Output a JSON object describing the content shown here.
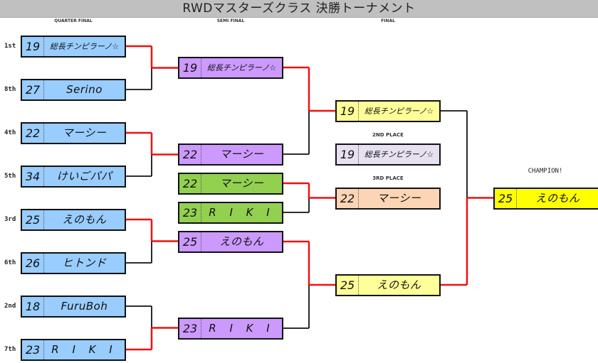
{
  "title": "RWDマスターズクラス 決勝トーナメント",
  "round_labels": {
    "quarter_final": "QUARTER FINAL",
    "semi_final": "SEMI FINAL",
    "final": "FINAL"
  },
  "quarter_final": [
    {
      "seed": "1st",
      "score": "19",
      "name": "総長チンピラーノ☆",
      "winner": true
    },
    {
      "seed": "8th",
      "score": "27",
      "name": "Serino",
      "winner": false
    },
    {
      "seed": "4th",
      "score": "22",
      "name": "マーシー",
      "winner": true
    },
    {
      "seed": "5th",
      "score": "34",
      "name": "けいごパパ",
      "winner": false
    },
    {
      "seed": "3rd",
      "score": "25",
      "name": "えのもん",
      "winner": true
    },
    {
      "seed": "6th",
      "score": "26",
      "name": "ヒトンド",
      "winner": false
    },
    {
      "seed": "2nd",
      "score": "18",
      "name": "FuruBoh",
      "winner": false
    },
    {
      "seed": "7th",
      "score": "23",
      "name": "R I K I",
      "winner": true
    }
  ],
  "semi_final": [
    {
      "score": "19",
      "name": "総長チンピラーノ☆",
      "winner": true
    },
    {
      "score": "22",
      "name": "マーシー",
      "winner": false
    },
    {
      "score": "25",
      "name": "えのもん",
      "winner": true
    },
    {
      "score": "23",
      "name": "R I K I",
      "winner": false
    }
  ],
  "third_place_match": [
    {
      "score": "22",
      "name": "マーシー",
      "winner": true
    },
    {
      "score": "23",
      "name": "R I K I",
      "winner": false
    }
  ],
  "final": [
    {
      "score": "19",
      "name": "総長チンピラーノ☆",
      "winner": false
    },
    {
      "score": "25",
      "name": "えのもん",
      "winner": true
    }
  ],
  "placings": {
    "second_label": "2ND PLACE",
    "second": {
      "score": "19",
      "name": "総長チンピラーノ☆"
    },
    "third_label": "3RD PLACE",
    "third": {
      "score": "22",
      "name": "マーシー"
    },
    "champion_label": "CHAMPION!",
    "champion": {
      "score": "25",
      "name": "えのもん"
    }
  },
  "colors": {
    "winner_line": "#ee1111",
    "loser_line": "#111111",
    "quarter_final_box": "#99ccff",
    "semi_final_box": "#cc99ff",
    "third_place_match_box": "#92d050",
    "final_box": "#ffff99",
    "second_place_box": "#e6e0f0",
    "third_place_box": "#fbd5b5",
    "champion_box": "#ffff00"
  }
}
